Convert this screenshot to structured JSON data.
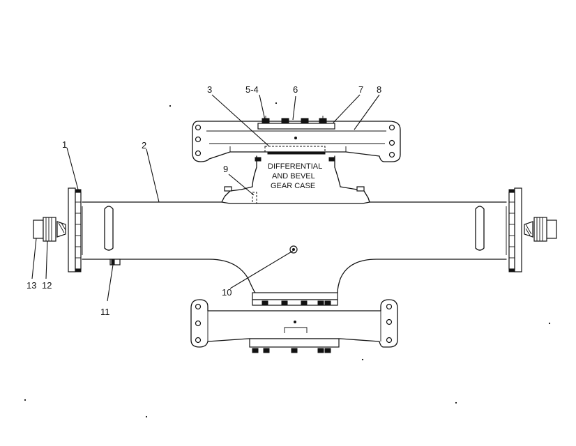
{
  "callouts": {
    "c1": "1",
    "c2": "2",
    "c3": "3",
    "c54": "5-4",
    "c6": "6",
    "c7": "7",
    "c8": "8",
    "c9": "9",
    "c10": "10",
    "c11": "11",
    "c12": "12",
    "c13": "13"
  },
  "note": {
    "line1": "DIFFERENTIAL",
    "line2": "AND BEVEL",
    "line3": "GEAR CASE"
  }
}
